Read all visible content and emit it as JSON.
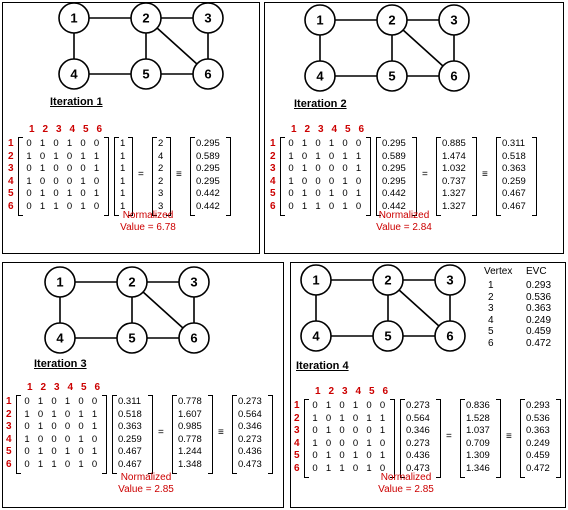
{
  "graph": {
    "nodes": [
      "1",
      "2",
      "3",
      "4",
      "5",
      "6"
    ]
  },
  "matrix": {
    "col_headers": [
      "1",
      "2",
      "3",
      "4",
      "5",
      "6"
    ],
    "row_headers": [
      "1",
      "2",
      "3",
      "4",
      "5",
      "6"
    ],
    "rows": [
      [
        "0",
        "1",
        "0",
        "1",
        "0",
        "0"
      ],
      [
        "1",
        "0",
        "1",
        "0",
        "1",
        "1"
      ],
      [
        "0",
        "1",
        "0",
        "0",
        "0",
        "1"
      ],
      [
        "1",
        "0",
        "0",
        "0",
        "1",
        "0"
      ],
      [
        "0",
        "1",
        "0",
        "1",
        "0",
        "1"
      ],
      [
        "0",
        "1",
        "1",
        "0",
        "1",
        "0"
      ]
    ]
  },
  "iterations": [
    {
      "title": "Iteration 1",
      "vec_in": [
        "1",
        "1",
        "1",
        "1",
        "1",
        "1"
      ],
      "vec_prod": [
        "2",
        "4",
        "2",
        "2",
        "3",
        "3"
      ],
      "vec_out": [
        "0.295",
        "0.589",
        "0.295",
        "0.295",
        "0.442",
        "0.442"
      ],
      "normalized_label": "Normalized",
      "normalized_value": "Value = 6.78"
    },
    {
      "title": "Iteration 2",
      "vec_in": [
        "0.295",
        "0.589",
        "0.295",
        "0.295",
        "0.442",
        "0.442"
      ],
      "vec_prod": [
        "0.885",
        "1.474",
        "1.032",
        "0.737",
        "1.327",
        "1.327"
      ],
      "vec_out": [
        "0.311",
        "0.518",
        "0.363",
        "0.259",
        "0.467",
        "0.467"
      ],
      "normalized_label": "Normalized",
      "normalized_value": "Value = 2.84"
    },
    {
      "title": "Iteration 3",
      "vec_in": [
        "0.311",
        "0.518",
        "0.363",
        "0.259",
        "0.467",
        "0.467"
      ],
      "vec_prod": [
        "0.778",
        "1.607",
        "0.985",
        "0.778",
        "1.244",
        "1.348"
      ],
      "vec_out": [
        "0.273",
        "0.564",
        "0.346",
        "0.273",
        "0.436",
        "0.473"
      ],
      "normalized_label": "Normalized",
      "normalized_value": "Value = 2.85"
    },
    {
      "title": "Iteration 4",
      "vec_in": [
        "0.273",
        "0.564",
        "0.346",
        "0.273",
        "0.436",
        "0.473"
      ],
      "vec_prod": [
        "0.836",
        "1.528",
        "1.037",
        "0.709",
        "1.309",
        "1.346"
      ],
      "vec_out": [
        "0.293",
        "0.536",
        "0.363",
        "0.249",
        "0.459",
        "0.472"
      ],
      "normalized_label": "Normalized",
      "normalized_value": "Value = 2.85"
    }
  ],
  "ops": {
    "equals": "=",
    "approx": "≡"
  },
  "evc_table": {
    "header_vertex": "Vertex",
    "header_evc": "EVC",
    "rows": [
      {
        "vertex": "1",
        "evc": "0.293"
      },
      {
        "vertex": "2",
        "evc": "0.536"
      },
      {
        "vertex": "3",
        "evc": "0.363"
      },
      {
        "vertex": "4",
        "evc": "0.249"
      },
      {
        "vertex": "5",
        "evc": "0.459"
      },
      {
        "vertex": "6",
        "evc": "0.472"
      }
    ]
  },
  "colors": {
    "accent_red": "#cc0000",
    "line": "#000000",
    "background": "#ffffff"
  }
}
